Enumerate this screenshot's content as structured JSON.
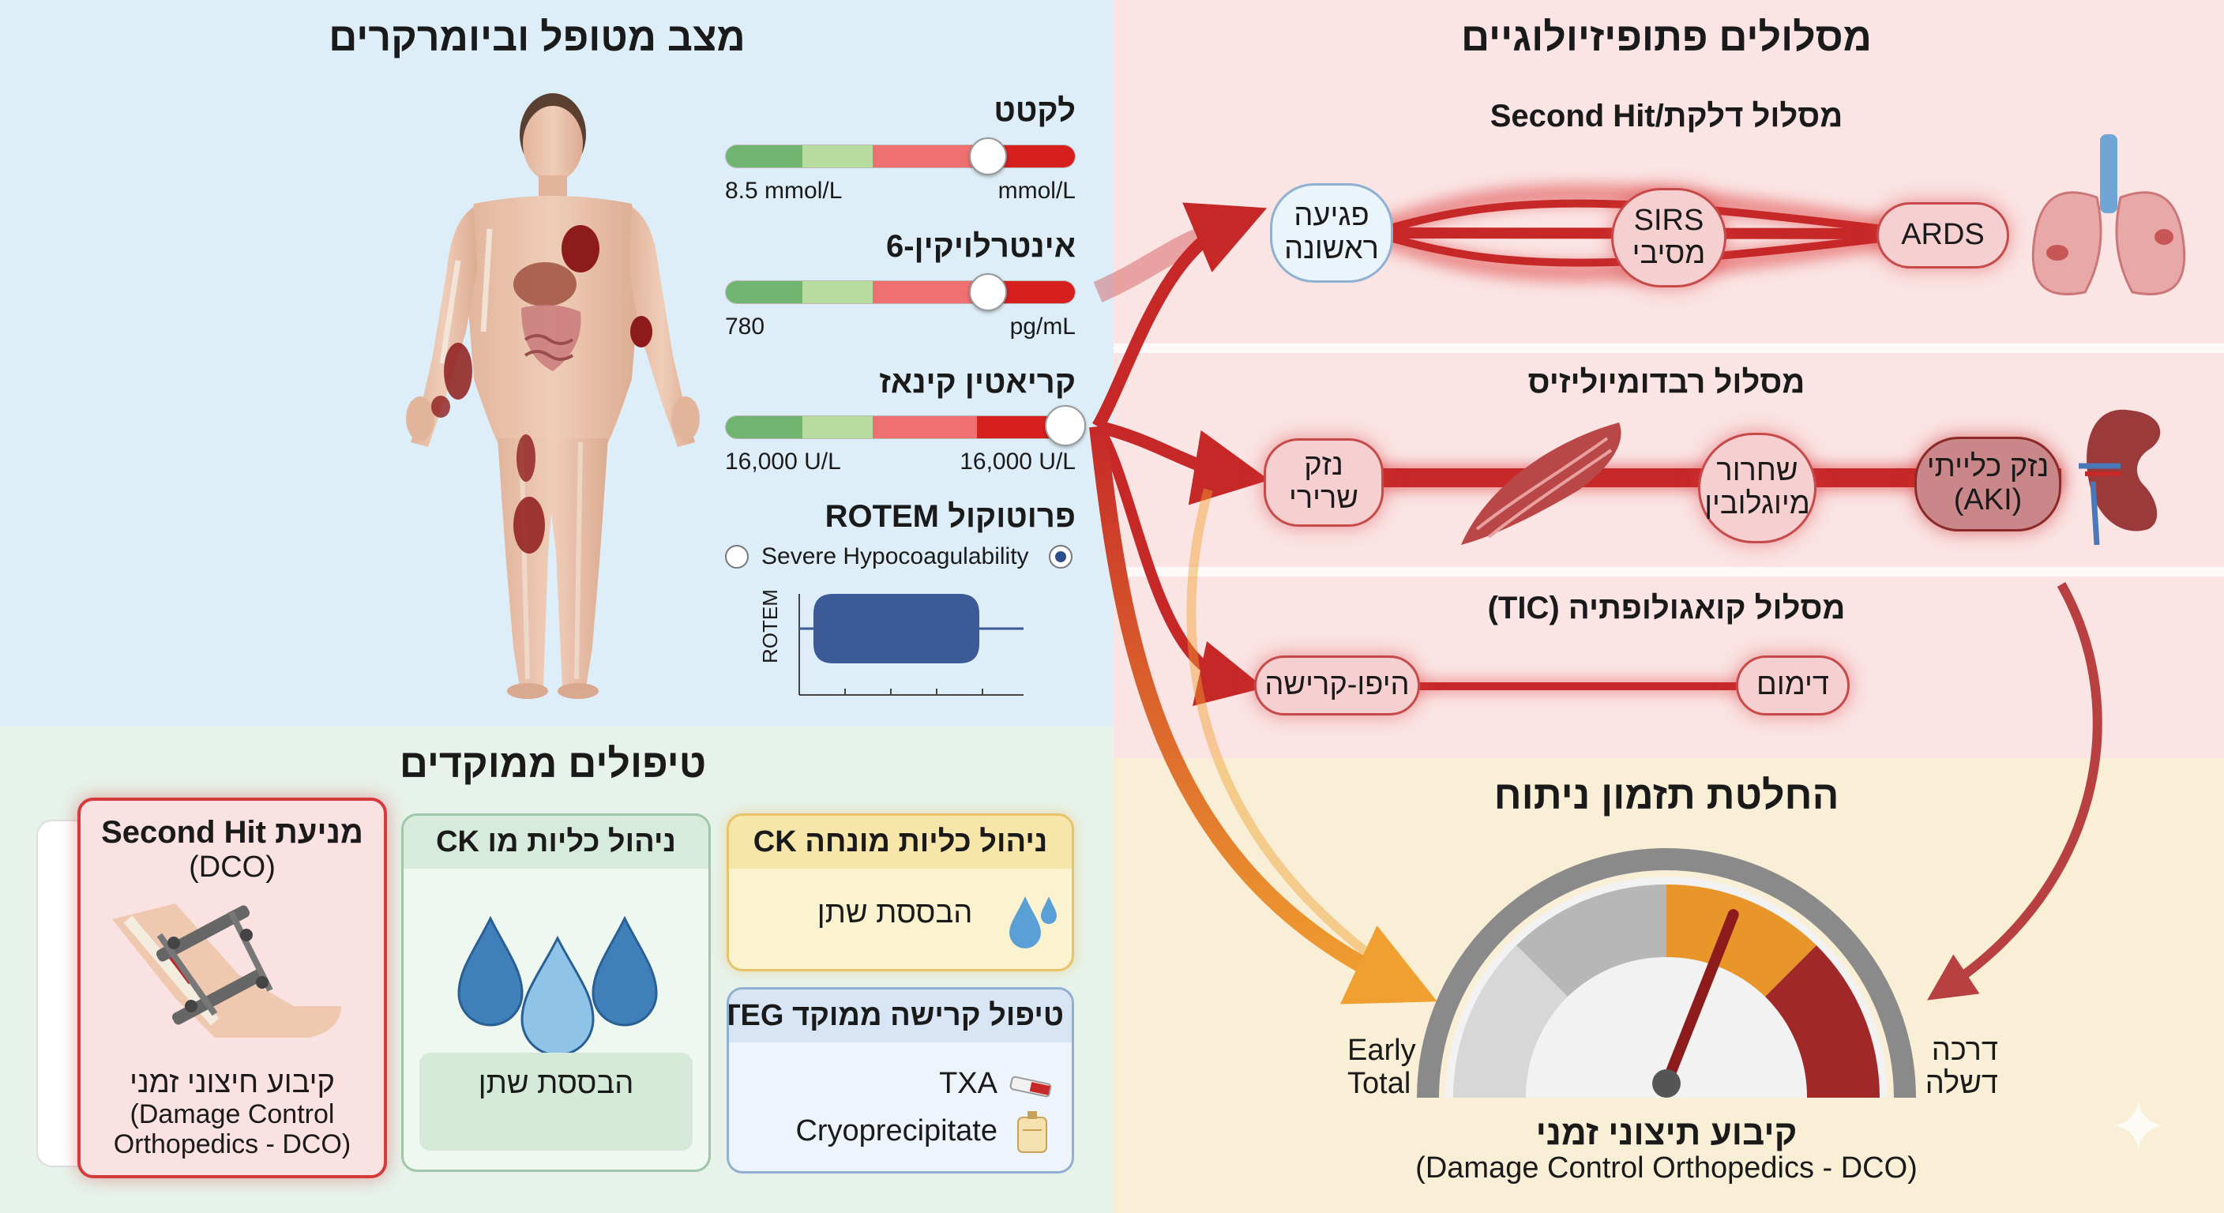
{
  "patient": {
    "title": "מצב מטופל וביומרקרים",
    "biomarkers": [
      {
        "name": "לקטט",
        "left": "8.5 mmol/L",
        "right": "mmol/L",
        "level": 0.75
      },
      {
        "name": "אינטרלויקין-6",
        "left": "780",
        "right": "pg/mL",
        "level": 0.75
      },
      {
        "name": "קריאטין קינאז",
        "left": "16,000 U/L",
        "right": "16,000 U/L",
        "level": 0.97
      }
    ],
    "rotem": {
      "label": "פרוטוקול ROTEM",
      "option": "Severe Hypocoagulability",
      "axis_label": "ROTEM"
    }
  },
  "pathways": {
    "title": "מסלולים פתופיזיולוגיים",
    "inflammation": {
      "label": "מסלול דלקת/Second Hit",
      "n1_l1": "פגיעה",
      "n1_l2": "ראשונה",
      "n2_l1": "SIRS",
      "n2_l2": "מסיבי",
      "n3": "ARDS"
    },
    "rhabdo": {
      "label": "מסלול רבדומיוליזיס",
      "n1_l1": "נזק",
      "n1_l2": "שרירי",
      "n2_l1": "שחרור",
      "n2_l2": "מיוגלובין",
      "n3_l1": "נזק כלייתי",
      "n3_l2": "(AKI)"
    },
    "tic": {
      "label": "מסלול קואגולופתיה (TIC)",
      "n1": "היפו-קרישה",
      "n2": "דימום"
    }
  },
  "timing": {
    "title": "החלטת תזמון ניתוח",
    "left_l1": "Early",
    "left_l2": "Total",
    "right_l1": "דרכה",
    "right_l2": "דשלה",
    "caption": "קיבוע תיצוני זמני",
    "caption_sub": "(Damage Control Orthopedics - DCO)",
    "needle_level": 0.62
  },
  "treatments": {
    "title": "טיפולים ממוקדים",
    "dco": {
      "head_l1": "מניעת Second Hit",
      "head_l2": "(DCO)",
      "t1": "קיבוע חיצוני זמני",
      "t2": "(Damage Control",
      "t3": "Orthopedics - DCO)"
    },
    "ck_kidney": {
      "head": "ניהול כליות מו CK",
      "text": "הבססת שתן"
    },
    "ck_guided": {
      "head": "ניהול כליות מונחה CK",
      "text": "הבססת שתן"
    },
    "teg": {
      "head": "טיפול קרישה ממוקד TEG",
      "txa": "TXA",
      "cryo": "Cryoprecipitate"
    }
  },
  "colors": {
    "blue_bg": "#deeef8",
    "pink_bg": "#fbe4e4",
    "green_bg": "#e6f2ea",
    "cream_bg": "#f9efd6",
    "danger": "#c62828",
    "orange": "#e8962a",
    "navy": "#3b5a96"
  }
}
